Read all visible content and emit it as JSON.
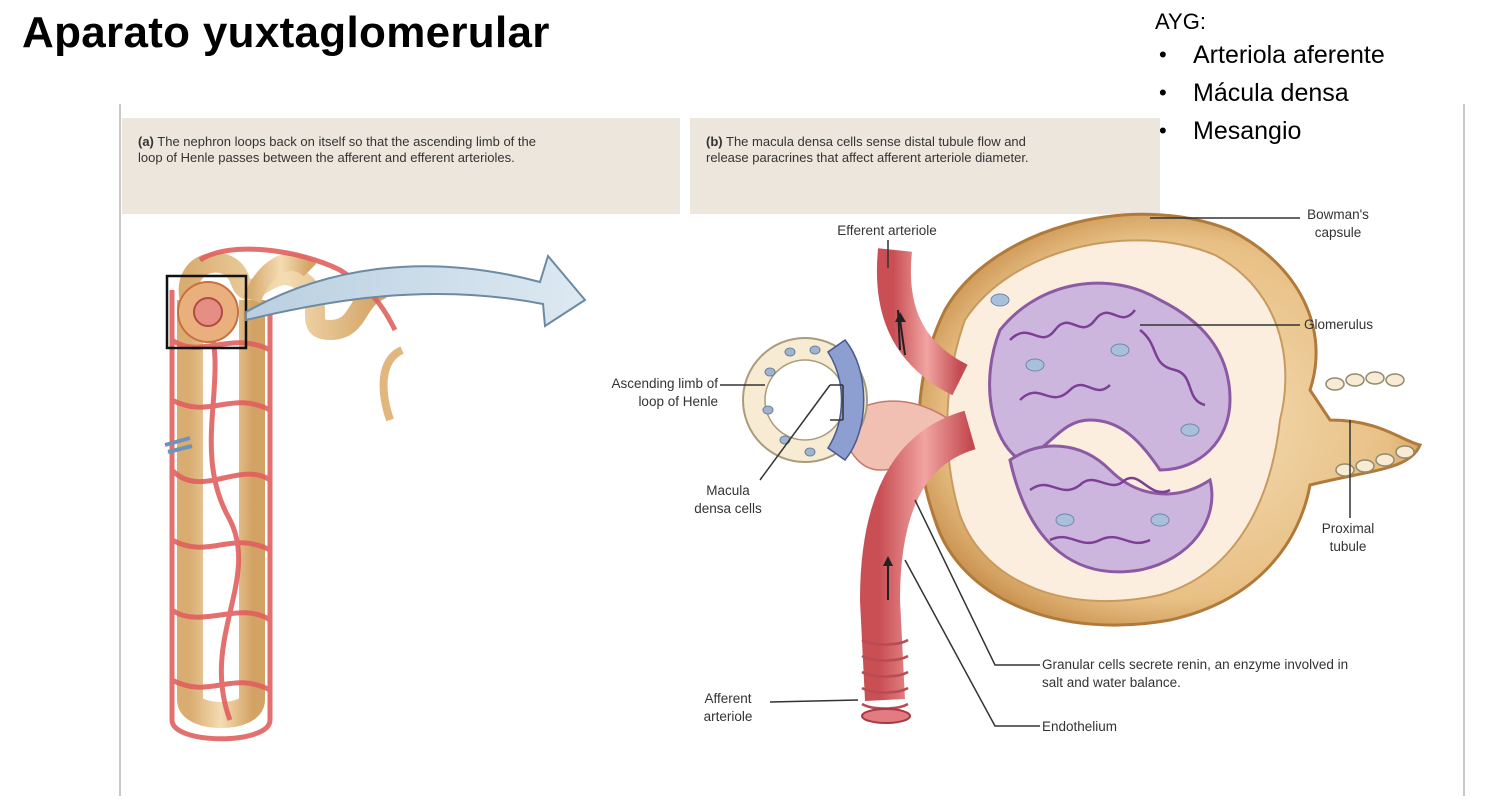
{
  "title": "Aparato yuxtaglomerular",
  "ayg": {
    "heading": "AYG:",
    "items": [
      "Arteriola aferente",
      "Mácula densa",
      "Mesangio"
    ]
  },
  "panel_a": {
    "letter": "(a)",
    "caption": "The nephron loops back on itself so that the ascending limb of the loop of Henle passes between the afferent and efferent arterioles."
  },
  "panel_b": {
    "letter": "(b)",
    "caption": "The macula densa cells sense distal tubule flow and release paracrines that affect afferent arteriole diameter."
  },
  "labels": {
    "efferent": "Efferent arteriole",
    "bowman": "Bowman's capsule",
    "glomerulus": "Glomerulus",
    "ascending": "Ascending limb of loop of Henle",
    "macula": "Macula densa cells",
    "proximal": "Proximal tubule",
    "granular": "Granular cells secrete renin, an enzyme involved in salt and water balance.",
    "afferent": "Afferent arteriole",
    "endothelium": "Endothelium"
  }
}
